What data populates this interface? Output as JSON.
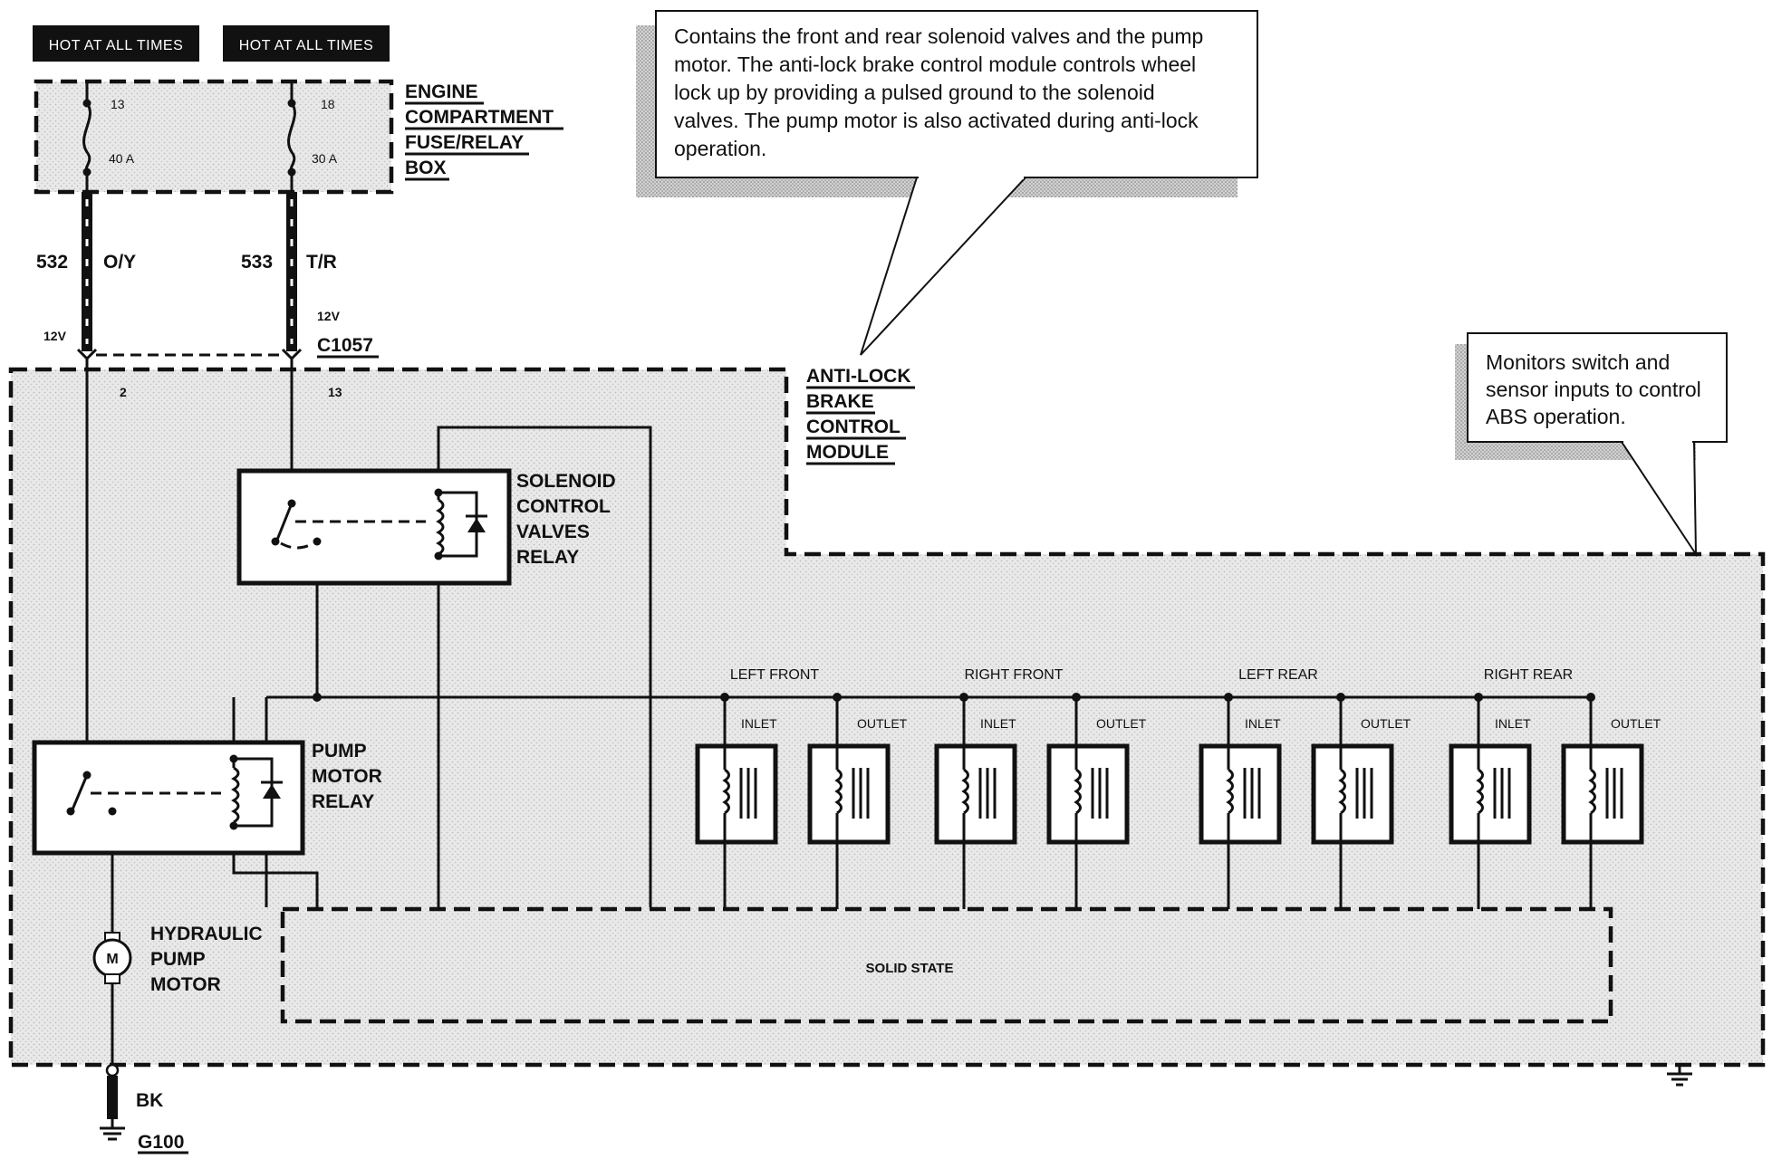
{
  "power": {
    "hot1": "HOT AT ALL TIMES",
    "hot2": "HOT AT ALL TIMES"
  },
  "fuse_box": {
    "title_lines": [
      "ENGINE",
      "COMPARTMENT",
      "FUSE/RELAY",
      "BOX"
    ],
    "fuse_a_num": "13",
    "fuse_a_rating": "40 A",
    "fuse_b_num": "18",
    "fuse_b_rating": "30 A"
  },
  "wires": {
    "w1_circuit": "532",
    "w1_color": "O/Y",
    "w2_circuit": "533",
    "w2_color": "T/R",
    "w1_voltage": "12V",
    "w2_voltage": "12V",
    "connector": "C1057",
    "pin_a": "2",
    "pin_b": "13"
  },
  "callouts": {
    "top": [
      "Contains the front and rear solenoid valves and the pump",
      "motor.  The anti-lock brake control module controls wheel",
      "lock up by providing a pulsed ground to the solenoid",
      "valves.  The pump motor is also activated during anti-lock",
      "operation."
    ],
    "right": [
      "Monitors switch and",
      "sensor inputs to control",
      "ABS operation."
    ]
  },
  "module": {
    "title_lines": [
      "ANTI-LOCK",
      "BRAKE",
      "CONTROL",
      "MODULE"
    ]
  },
  "solenoid_relay": {
    "label_lines": [
      "SOLENOID",
      "CONTROL",
      "VALVES",
      "RELAY"
    ]
  },
  "pump_relay": {
    "label_lines": [
      "PUMP",
      "MOTOR",
      "RELAY"
    ]
  },
  "pump_motor": {
    "symbol": "M",
    "label_lines": [
      "HYDRAULIC",
      "PUMP",
      "MOTOR"
    ]
  },
  "valves": {
    "groups": [
      "LEFT FRONT",
      "RIGHT FRONT",
      "LEFT REAR",
      "RIGHT REAR"
    ],
    "inlet_label": "INLET",
    "outlet_label": "OUTLET"
  },
  "solid_state": {
    "label": "SOLID STATE"
  },
  "ground": {
    "wire_color": "BK",
    "ground_id": "G100"
  }
}
